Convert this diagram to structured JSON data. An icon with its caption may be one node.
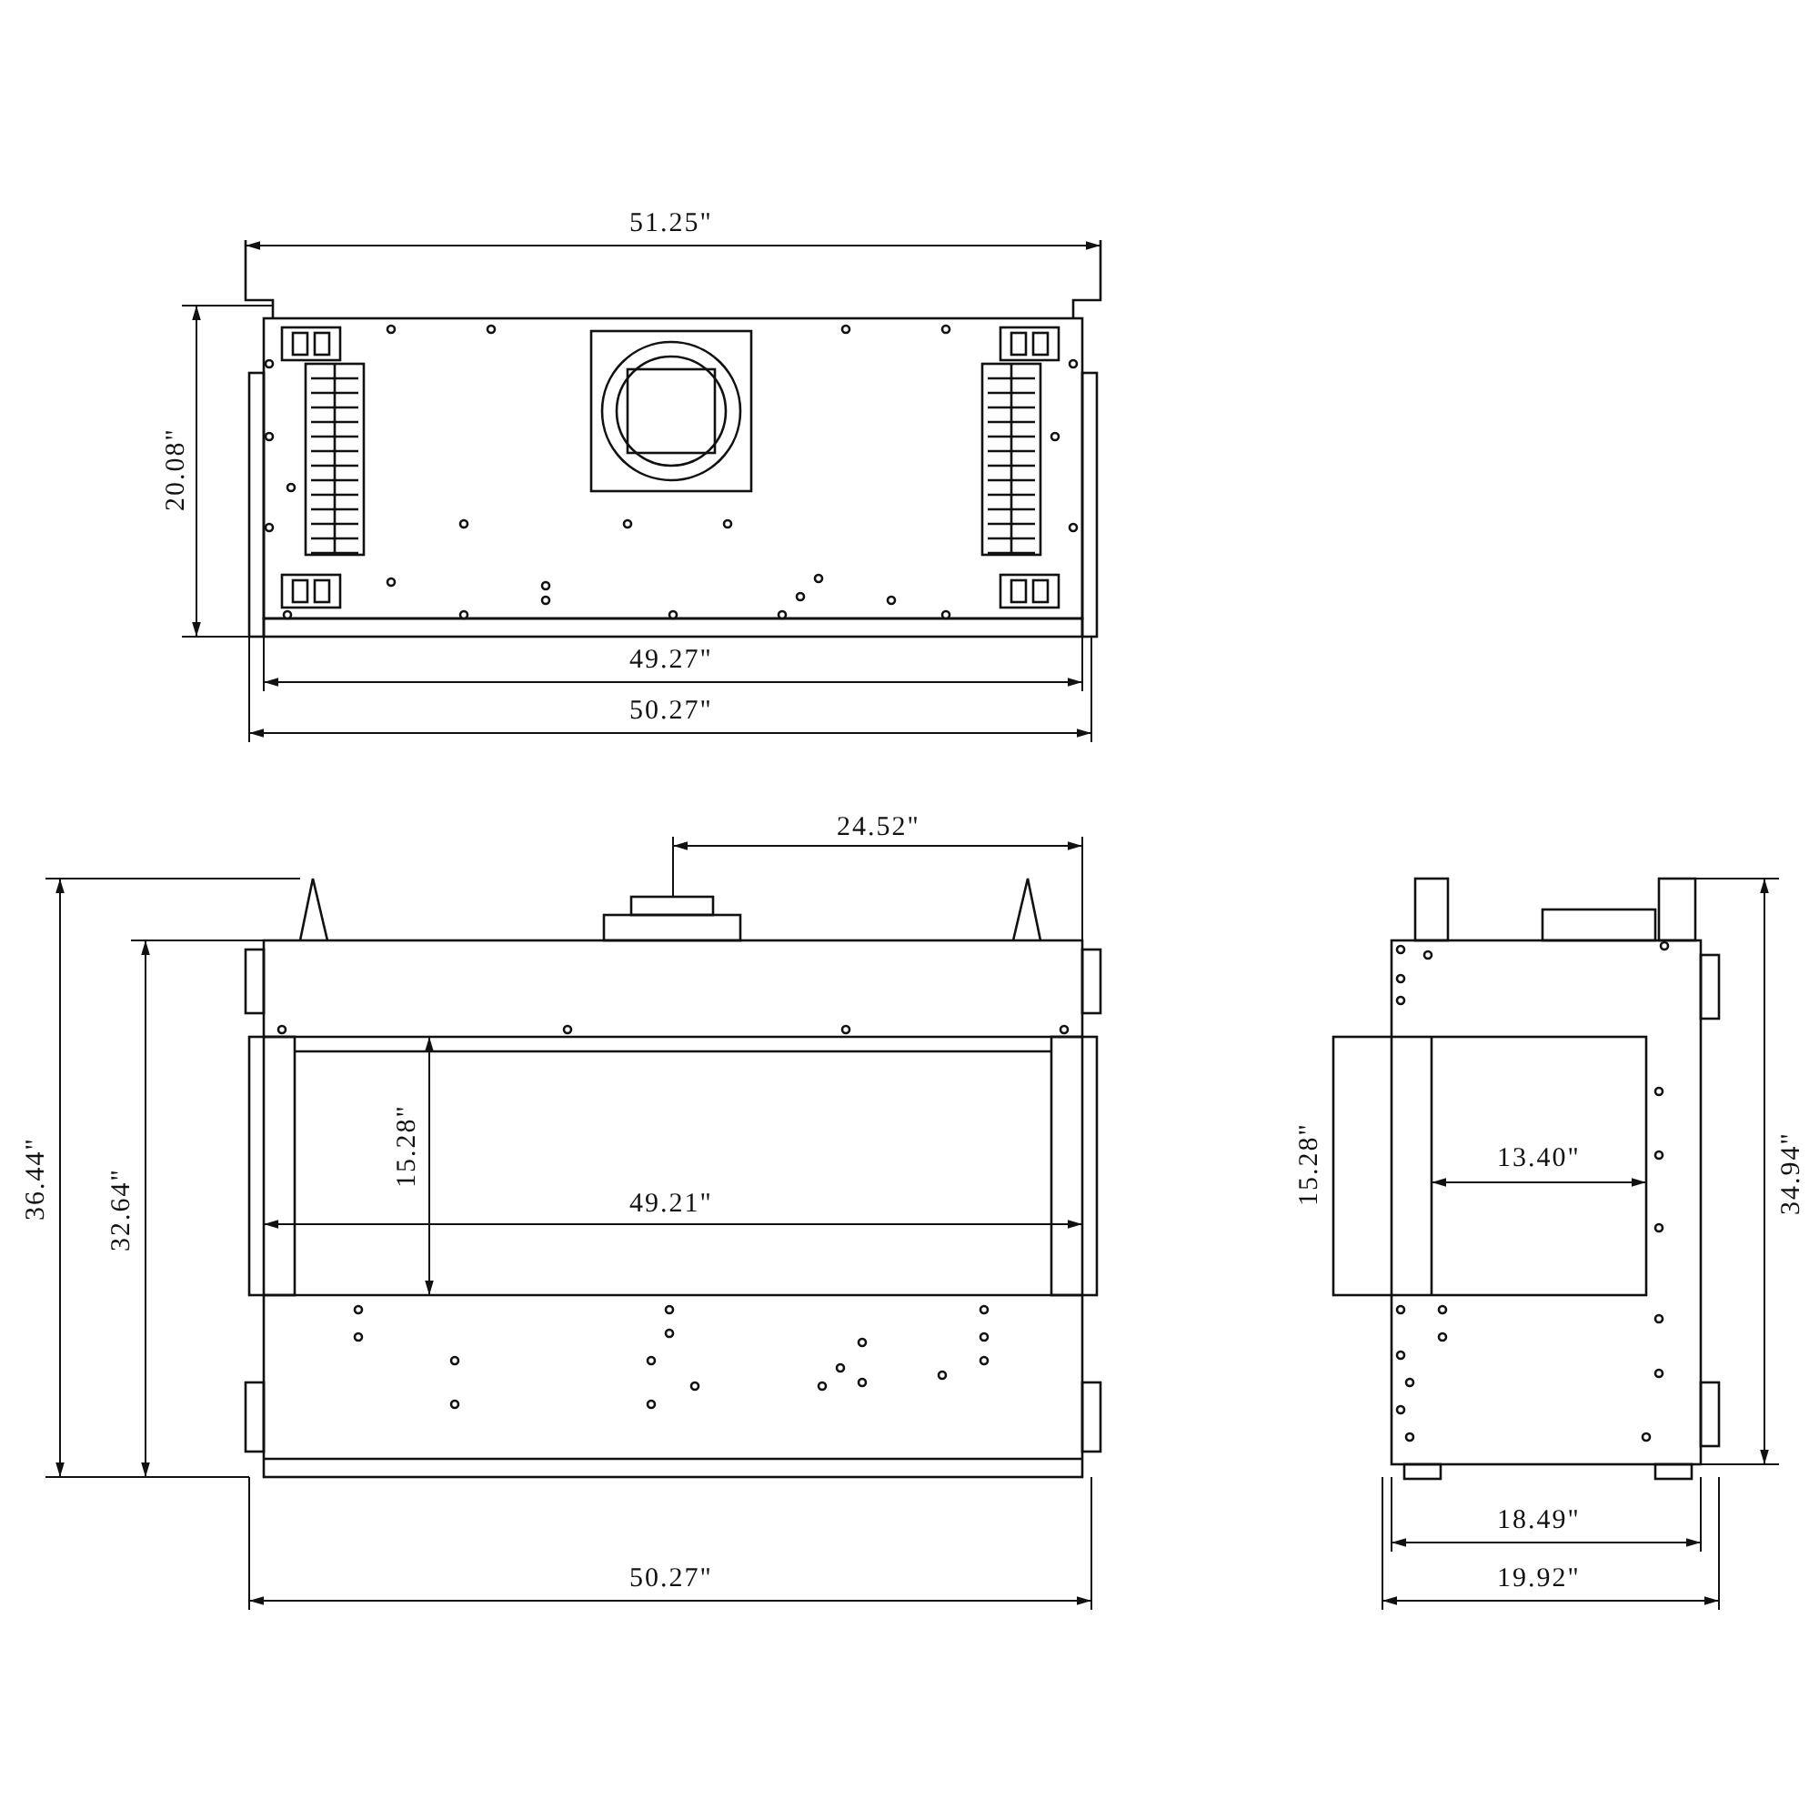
{
  "diagram": {
    "labels": [
      "51.25\"",
      "20.08\"",
      "49.27\"",
      "50.27\"",
      "24.52\"",
      "36.44\"",
      "32.64\"",
      "15.28\"",
      "49.21\"",
      "50.27\"",
      "15.28\"",
      "13.40\"",
      "34.94\"",
      "18.49\"",
      "19.92\""
    ]
  }
}
